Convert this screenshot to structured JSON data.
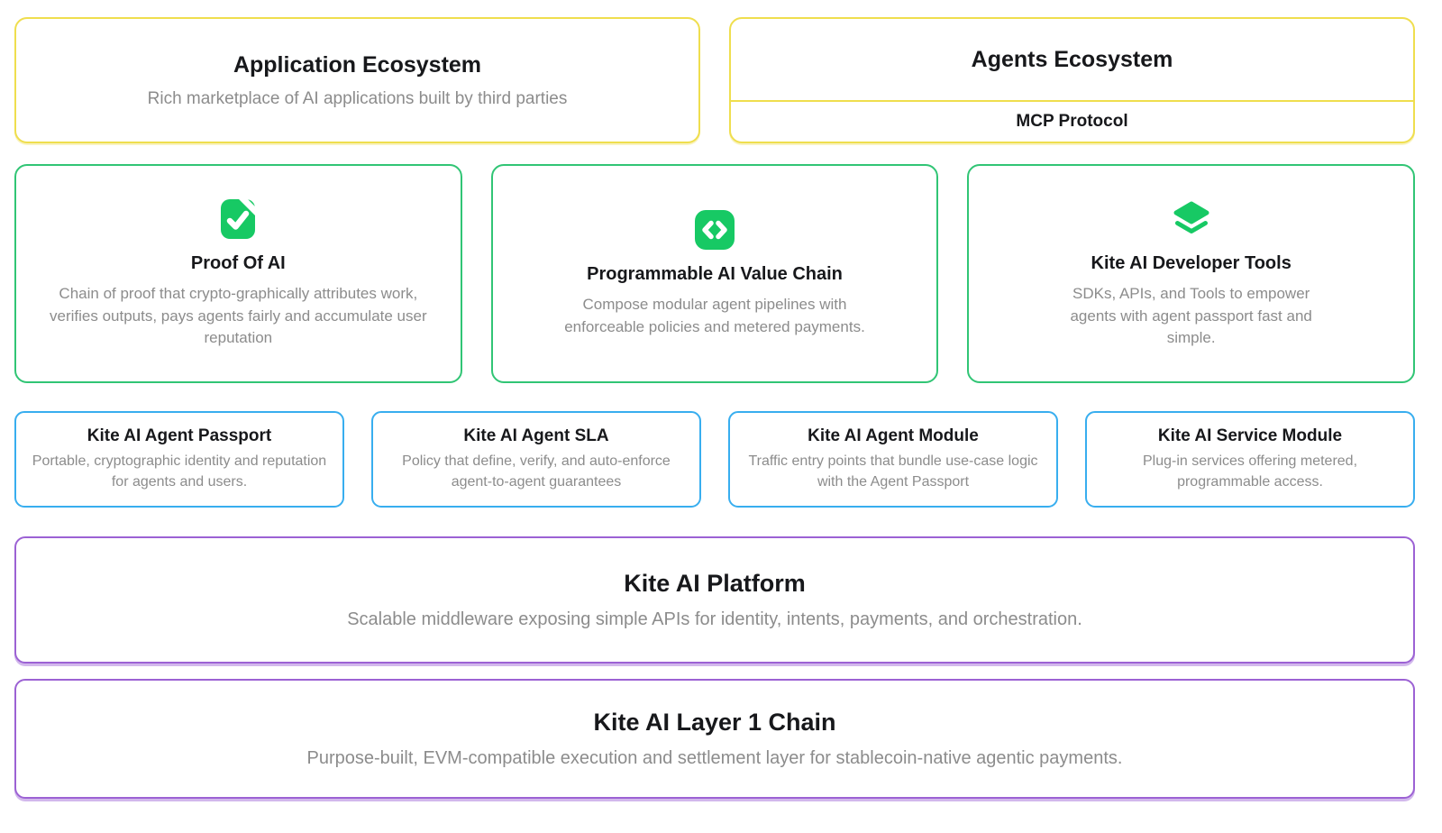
{
  "app_ecosystem": {
    "title": "Application Ecosystem",
    "subtitle": "Rich marketplace of AI applications built by third parties"
  },
  "agents_ecosystem": {
    "title": "Agents Ecosystem",
    "protocol": "MCP Protocol"
  },
  "features": [
    {
      "icon": "note-check-icon",
      "title": "Proof Of AI",
      "description": "Chain of proof that crypto-graphically attributes work, verifies outputs, pays agents fairly and accumulate user reputation"
    },
    {
      "icon": "code-brackets-icon",
      "title": "Programmable AI Value Chain",
      "description": "Compose modular agent pipelines with enforceable policies and metered payments."
    },
    {
      "icon": "layers-icon",
      "title": "Kite AI Developer Tools",
      "description": "SDKs, APIs, and Tools to empower agents with agent passport fast and simple."
    }
  ],
  "modules": [
    {
      "title": "Kite AI Agent Passport",
      "description": "Portable, cryptographic identity and reputation for agents and users."
    },
    {
      "title": "Kite AI Agent SLA",
      "description": "Policy that define, verify, and auto-enforce agent-to-agent guarantees"
    },
    {
      "title": "Kite AI Agent Module",
      "description": "Traffic entry points that bundle use-case logic with the Agent Passport"
    },
    {
      "title": "Kite AI Service Module",
      "description": "Plug-in services offering metered, programmable access."
    }
  ],
  "platform": {
    "title": "Kite AI Platform",
    "subtitle": "Scalable middleware exposing simple APIs for identity, intents, payments, and orchestration."
  },
  "layer1": {
    "title": "Kite AI Layer 1 Chain",
    "subtitle": "Purpose-built, EVM-compatible execution and settlement layer for stablecoin-native agentic payments."
  },
  "colors": {
    "yellow_border": "#EFDE4E",
    "green_border": "#31C575",
    "icon_green": "#17C964",
    "blue_border": "#38AEEF",
    "purple_border": "#9C62D4",
    "title_text": "#17181B",
    "muted_text": "#8C8C8C",
    "background": "#FFFFFF"
  }
}
